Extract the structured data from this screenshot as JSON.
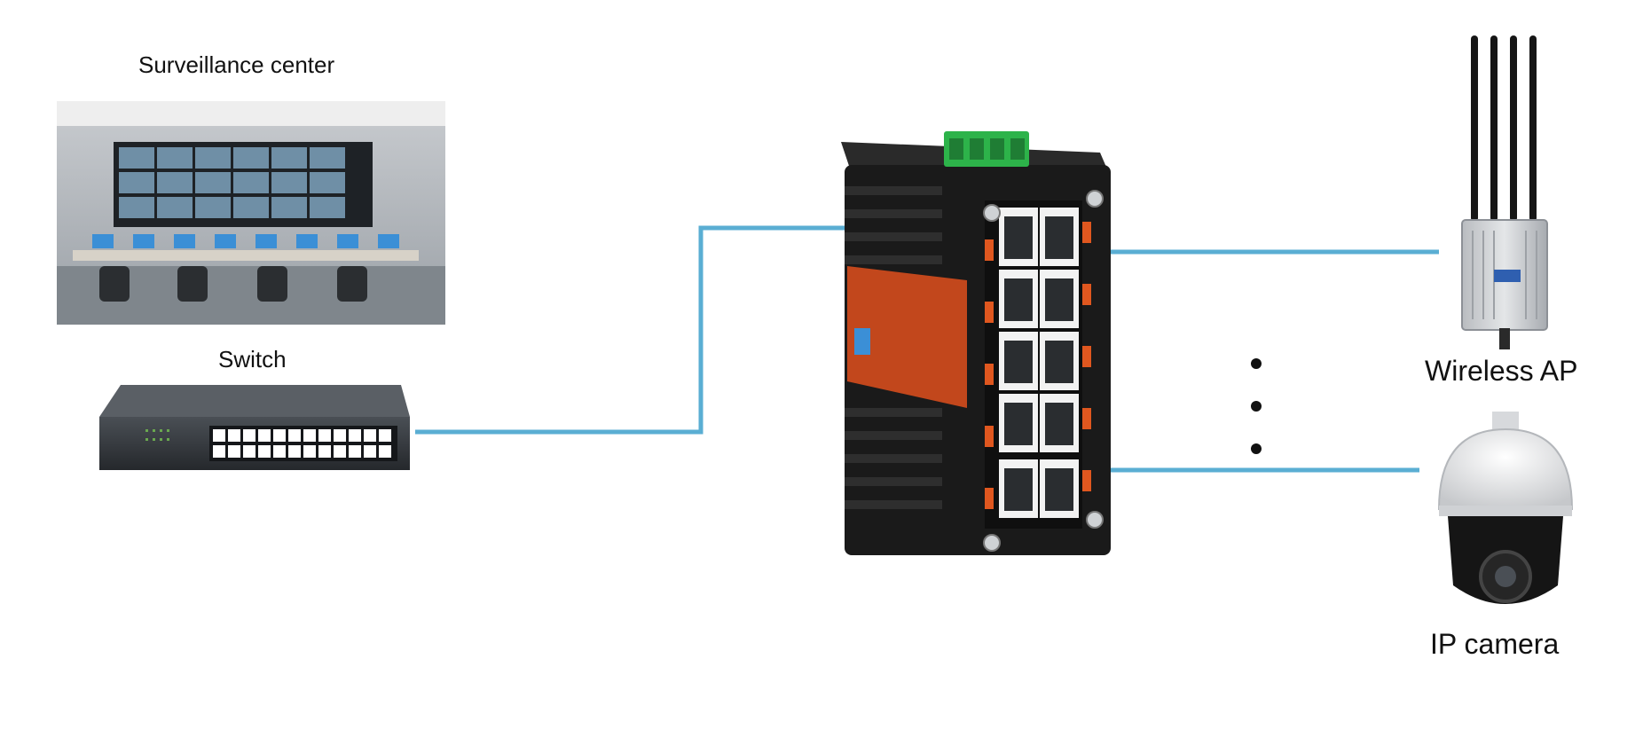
{
  "labels": {
    "surveillance_center": "Surveillance center",
    "switch": "Switch",
    "wireless_ap": "Wireless AP",
    "ip_camera": "IP camera"
  },
  "colors": {
    "link": "#5aaed3",
    "device_body": "#1a1a1a",
    "terminal_block": "#2db34a",
    "accent_orange": "#d9541f"
  },
  "icons": [
    "surveillance-room-image",
    "network-switch-image",
    "industrial-switch-image",
    "wireless-ap-image",
    "ip-camera-image",
    "ellipsis-dots"
  ]
}
